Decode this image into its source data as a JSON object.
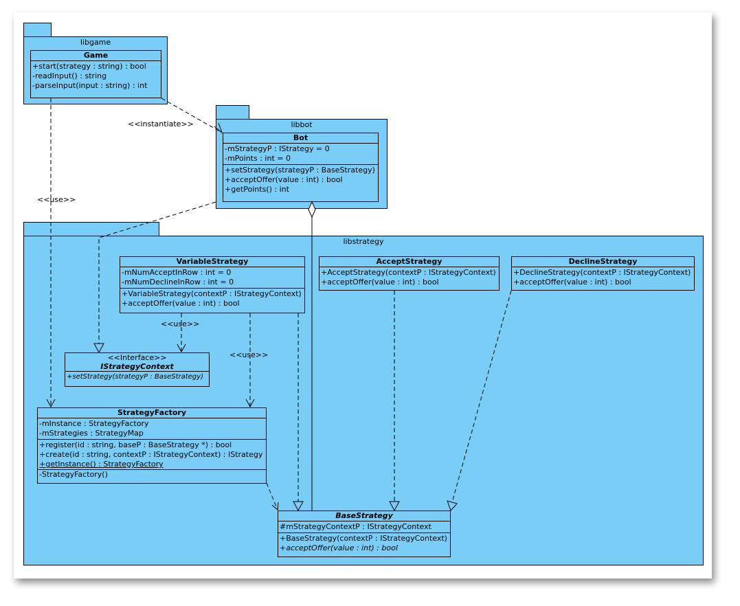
{
  "packages": {
    "libgame": "libgame",
    "libbot": "libbot",
    "libstrategy": "libstrategy"
  },
  "classes": {
    "game": {
      "name": "Game",
      "methods": [
        "+start(strategy : string) : bool",
        "-readInput() : string",
        "-parseInput(input : string) : int"
      ]
    },
    "bot": {
      "name": "Bot",
      "attributes": [
        "-mStrategyP : IStrategy = 0",
        "-mPoints : int = 0"
      ],
      "methods": [
        "+setStrategy(strategyP : BaseStrategy)",
        "+acceptOffer(value : int) : bool",
        "+getPoints() : int"
      ]
    },
    "variable": {
      "name": "VariableStrategy",
      "attributes": [
        "-mNumAcceptInRow : int = 0",
        "-mNumDeclineInRow : int = 0"
      ],
      "methods": [
        "+VariableStrategy(contextP : IStrategyContext)",
        "+acceptOffer(value : int) : bool"
      ]
    },
    "accept": {
      "name": "AcceptStrategy",
      "methods": [
        "+AcceptStrategy(contextP : IStrategyContext)",
        "+acceptOffer(value : int) : bool"
      ]
    },
    "decline": {
      "name": "DeclineStrategy",
      "methods": [
        "+DeclineStrategy(contextP : IStrategyContext)",
        "+acceptOffer(value : int) : bool"
      ]
    },
    "context": {
      "stereotype": "<<Interface>>",
      "name": "IStrategyContext",
      "methods": [
        "+setStrategy(strategyP : BaseStrategy)"
      ]
    },
    "factory": {
      "name": "StrategyFactory",
      "attributes": [
        "-mInstance : StrategyFactory",
        "-mStrategies : StrategyMap"
      ],
      "methods": [
        "+register(id : string, baseP : BaseStrategy *) : bool",
        "+create(id : string, contextP : IStrategyContext) : IStrategy",
        "+getInstance() : StrategyFactory",
        "-StrategyFactory()"
      ]
    },
    "base": {
      "name": "BaseStrategy",
      "attributes": [
        "#mStrategyContextP : IStrategyContext"
      ],
      "methods": [
        "+BaseStrategy(contextP : IStrategyContext)",
        "+acceptOffer(value : int) : bool"
      ]
    }
  },
  "labels": {
    "instantiate": "<<instantiate>>",
    "use_game": "<<use>>",
    "use_context": "<<use>>",
    "use_factory": "<<use>>"
  },
  "colors": {
    "fill": "#79cdf7",
    "line": "#000000"
  }
}
